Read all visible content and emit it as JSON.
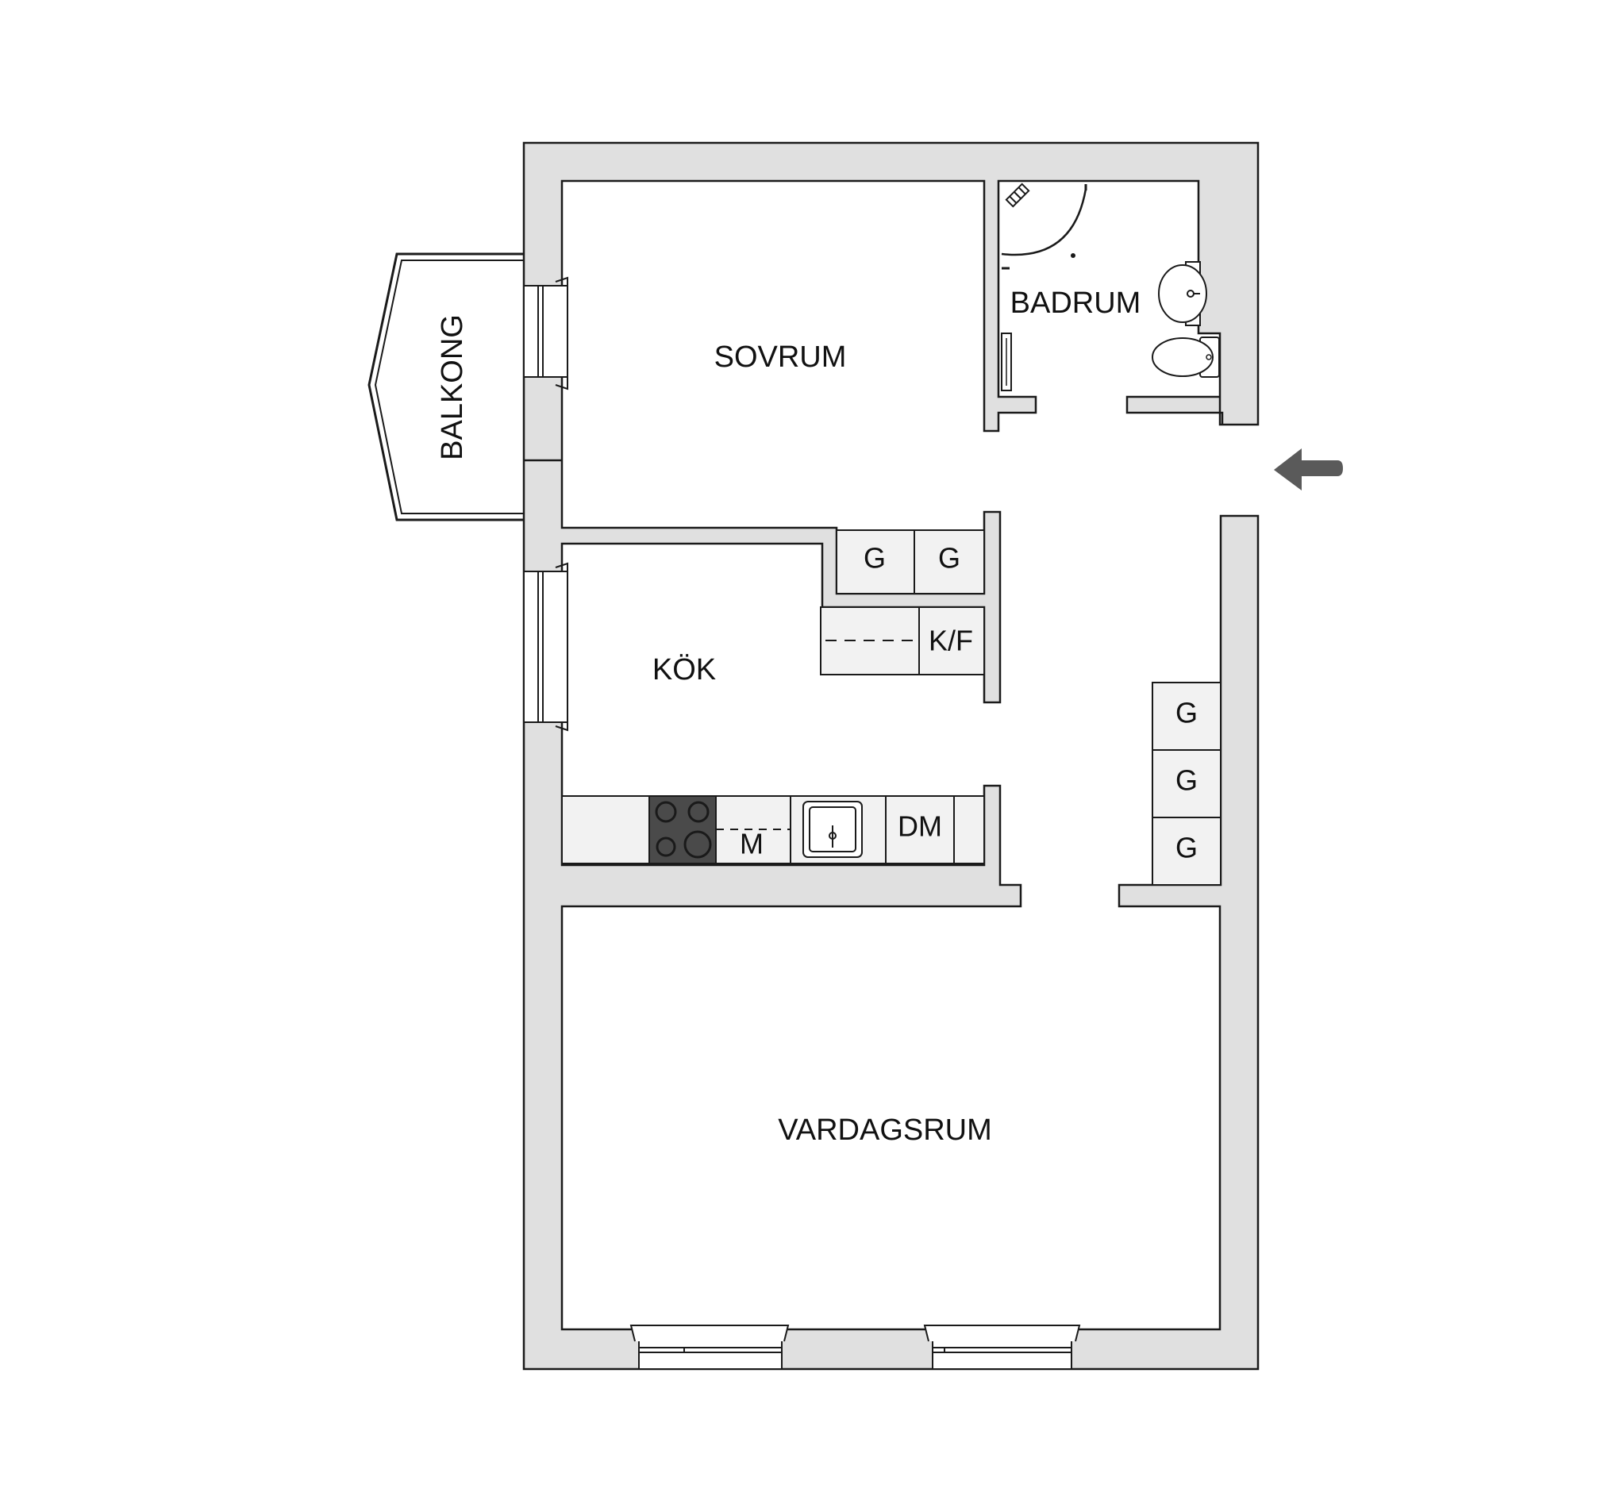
{
  "colors": {
    "wall": "#e0e0e0",
    "stroke": "#1a1a1a",
    "fixture_fill": "#f2f2f2",
    "stove_fill": "#4a4a4a",
    "entrance_arrow": "#5a5a5a",
    "background": "#ffffff"
  },
  "rooms": {
    "sovrum": "SOVRUM",
    "badrum": "BADRUM",
    "balkong": "BALKONG",
    "kok": "KÖK",
    "vardagsrum": "VARDAGSRUM"
  },
  "fixtures": {
    "wardrobe_top_1": "G",
    "wardrobe_top_2": "G",
    "fridge_freezer": "K/F",
    "microwave": "M",
    "dishwasher": "DM",
    "wardrobe_hall_1": "G",
    "wardrobe_hall_2": "G",
    "wardrobe_hall_3": "G"
  },
  "icons": {
    "entrance": "entrance-arrow-icon",
    "stove": "stove-icon",
    "sink": "kitchen-sink-icon",
    "washbasin": "washbasin-icon",
    "toilet": "toilet-icon",
    "shower": "shower-icon",
    "radiator": "radiator-icon",
    "window": "window-icon"
  }
}
